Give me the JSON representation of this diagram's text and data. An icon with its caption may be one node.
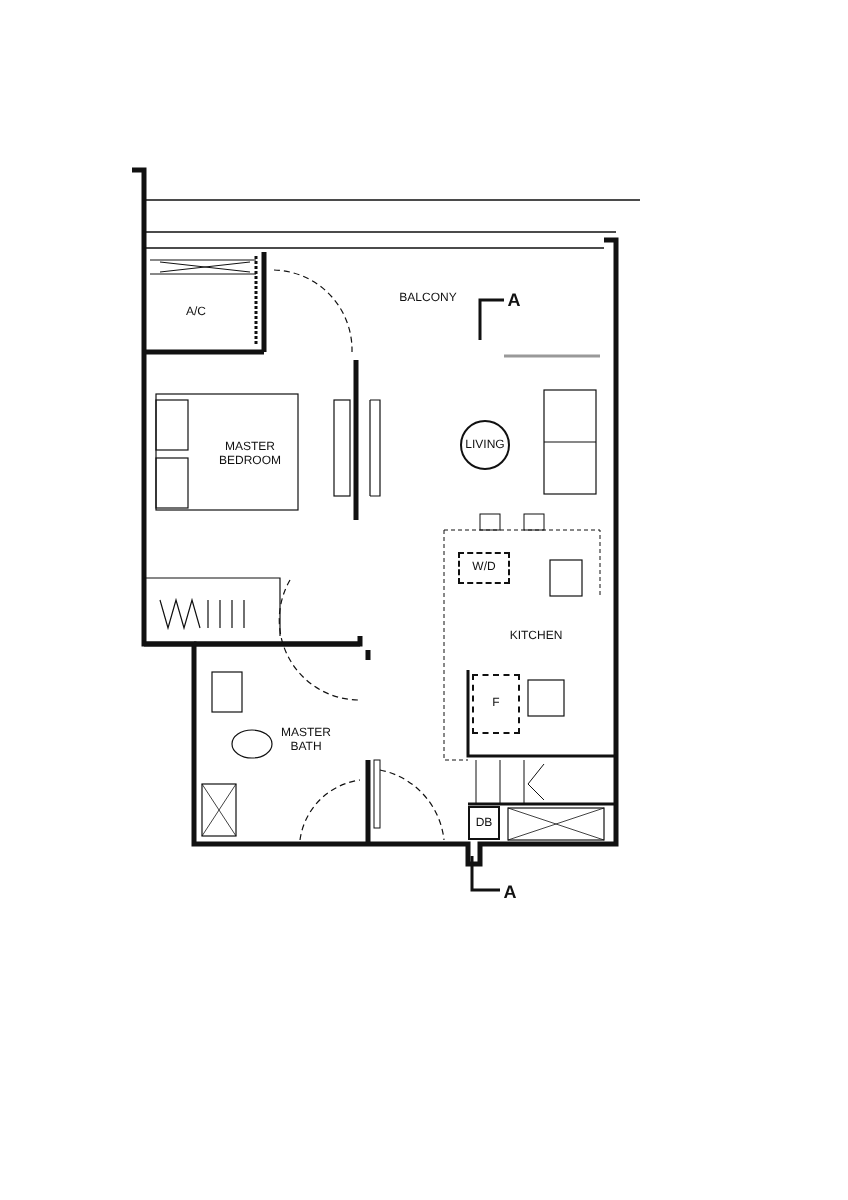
{
  "diagram": {
    "nodes": [
      {
        "text": [
          "LIVING"
        ]
      },
      {
        "text": [
          "W/D"
        ]
      },
      {
        "text": [
          "F"
        ]
      },
      {
        "text": [
          "DB"
        ]
      }
    ],
    "labels": [
      "A/C",
      "BALCONY",
      "A",
      "MASTER BEDROOM",
      "KITCHEN",
      "MASTER BATH",
      "A"
    ]
  }
}
